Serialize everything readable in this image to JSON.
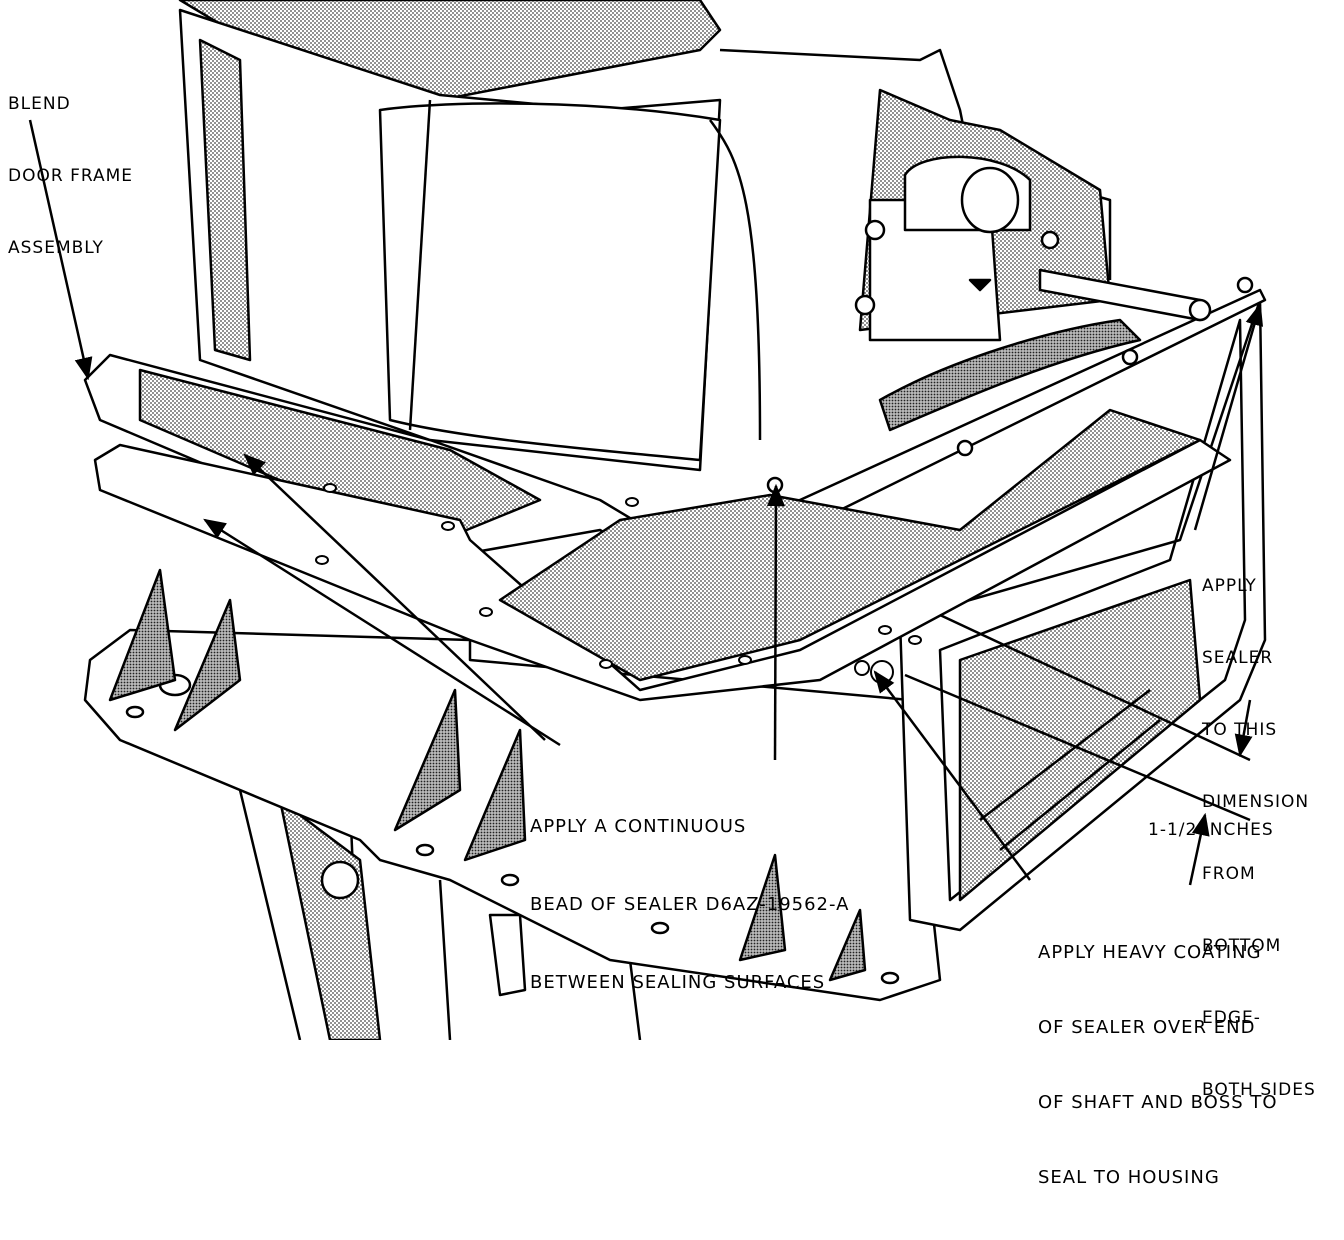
{
  "diagram": {
    "labels": {
      "blend_door": [
        "BLEND",
        "DOOR FRAME",
        "ASSEMBLY"
      ],
      "continuous_bead": [
        "APPLY A CONTINUOUS",
        "BEAD OF SEALER D6AZ-19562-A",
        "BETWEEN SEALING SURFACES"
      ],
      "apply_sealer": [
        "APPLY",
        "SEALER",
        "TO THIS",
        "DIMENSION",
        "FROM",
        "BOTTOM",
        "EDGE-",
        "BOTH SIDES"
      ],
      "dimension": "1-1/2 INCHES",
      "heavy_coating": [
        "APPLY HEAVY COATING",
        "OF SEALER OVER END",
        "OF SHAFT AND BOSS TO",
        "SEAL TO HOUSING"
      ]
    },
    "colors": {
      "ink": "#000000",
      "paper": "#ffffff",
      "stipple": "#7a7a7a"
    }
  }
}
